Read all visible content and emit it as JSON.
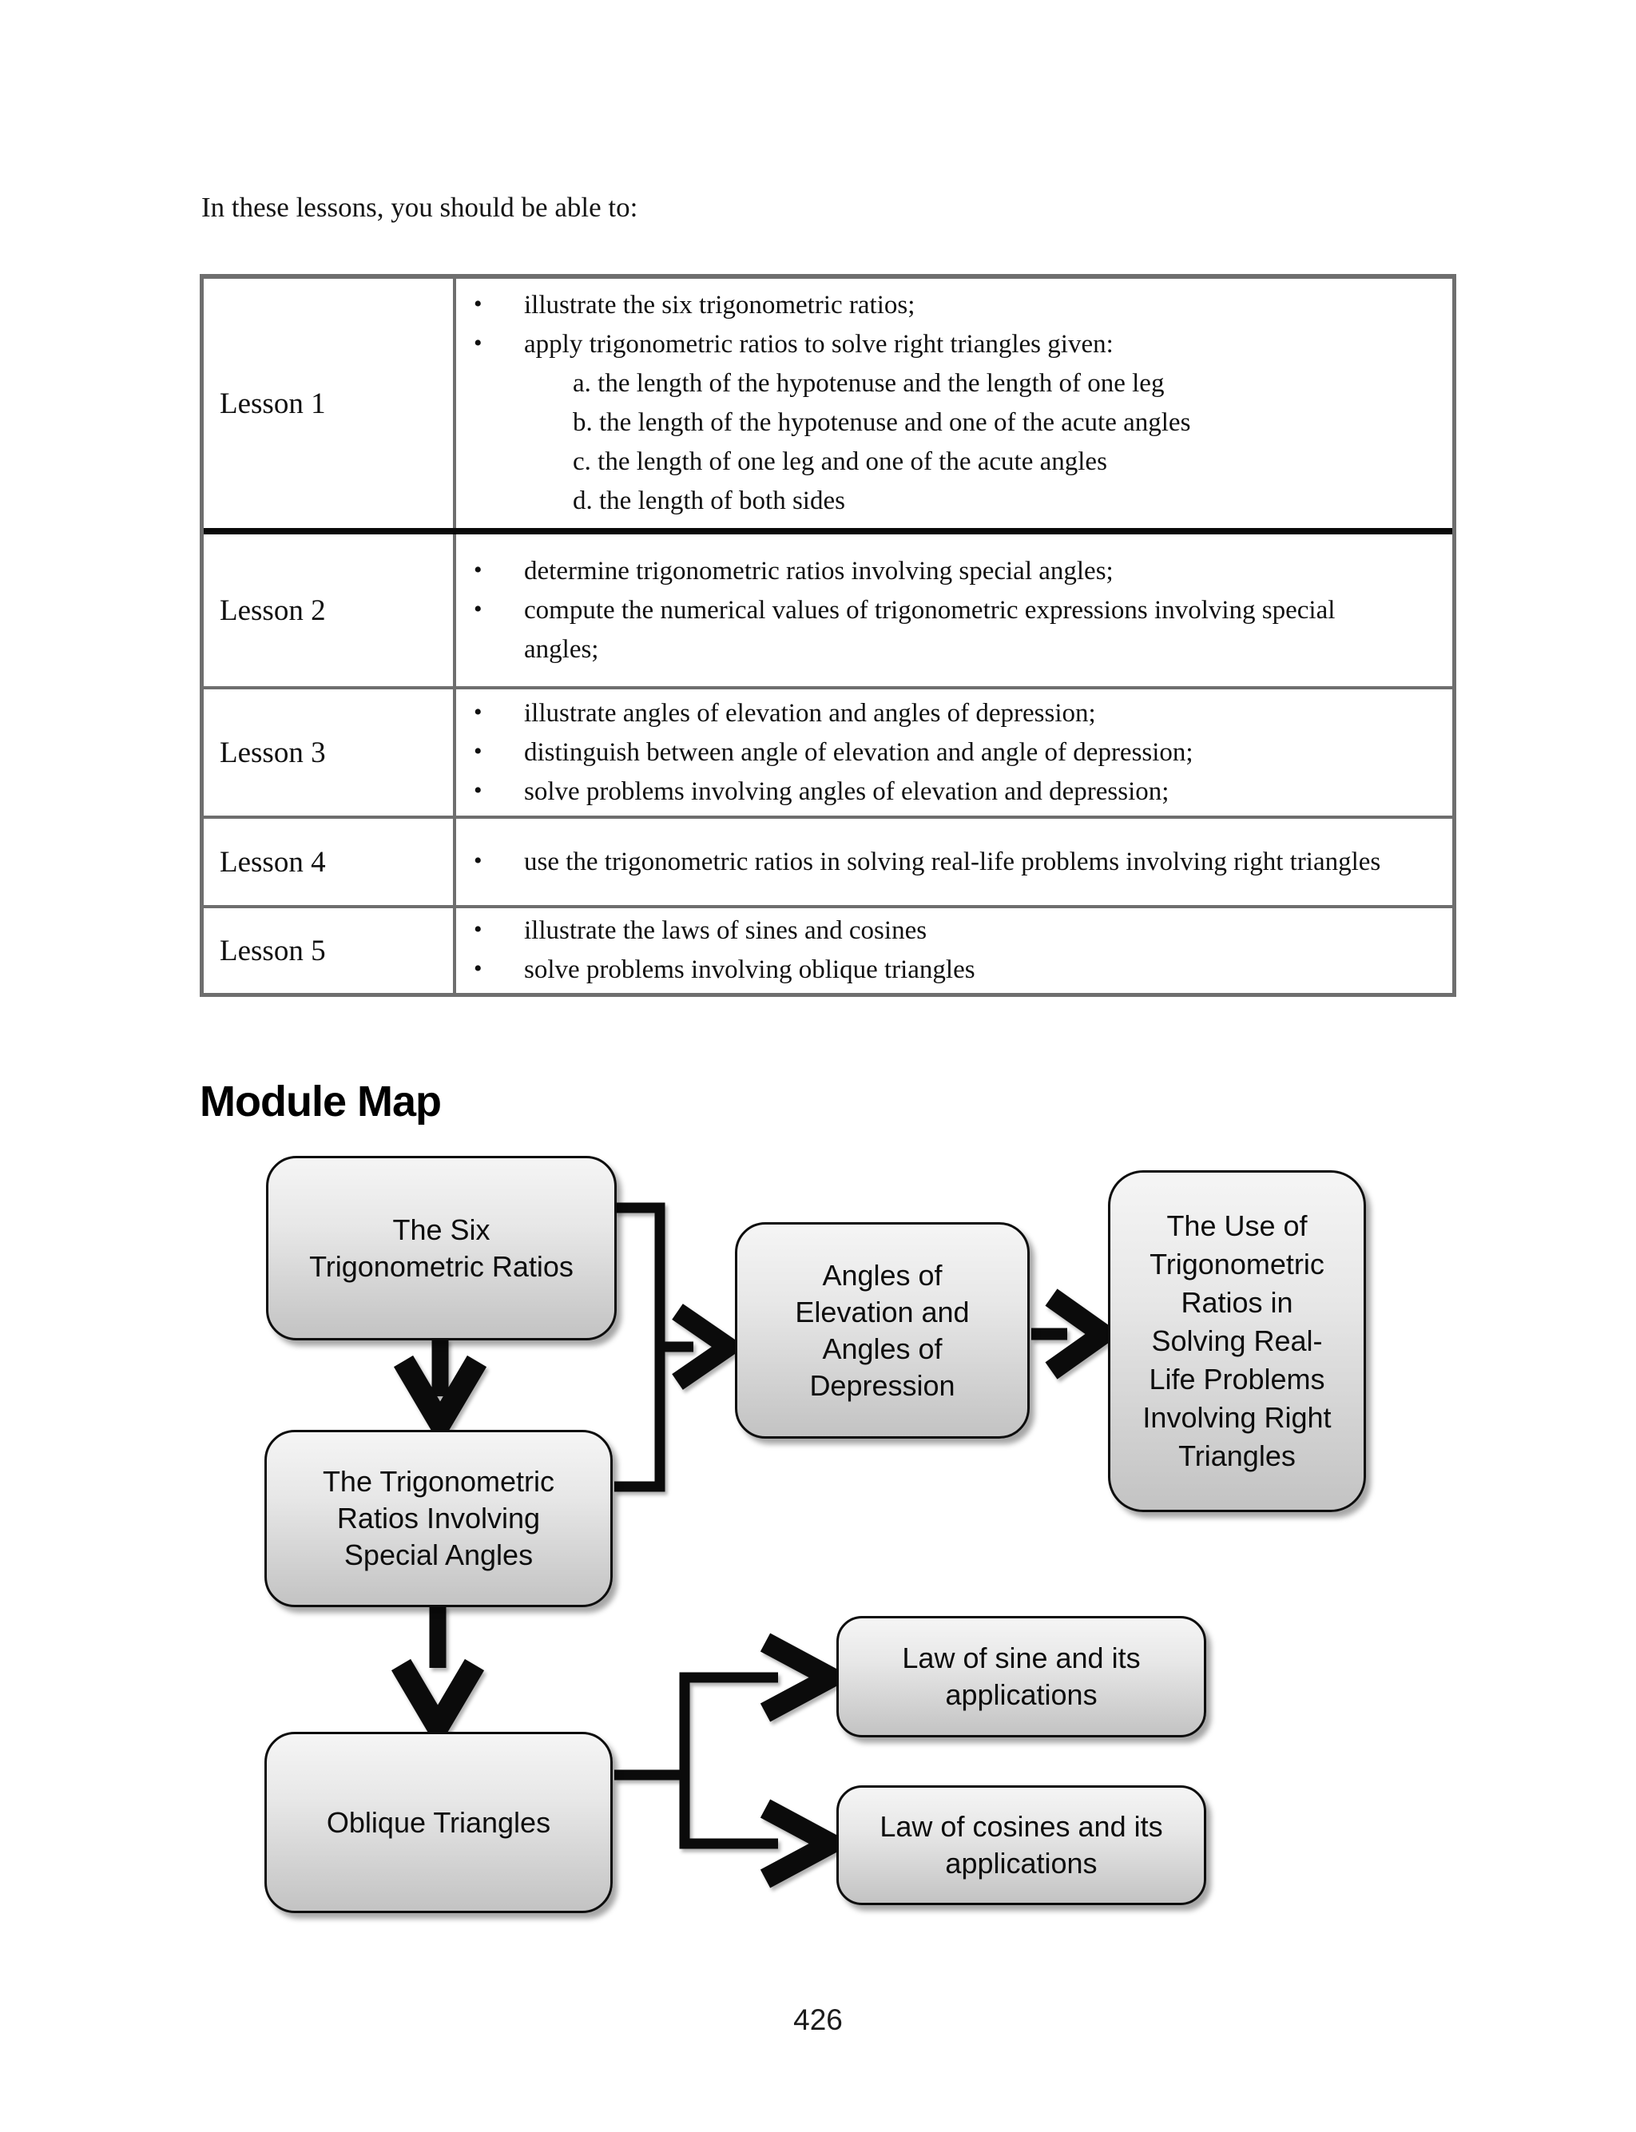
{
  "page": {
    "intro_text": "In these lessons, you should be able to:",
    "section_heading": "Module Map",
    "page_number": "426"
  },
  "objectives_table": {
    "bullet_char": "•",
    "rows": [
      {
        "lesson": "Lesson 1",
        "items": [
          {
            "type": "bullet",
            "text": "illustrate the six trigonometric ratios;"
          },
          {
            "type": "bullet",
            "text": "apply trigonometric ratios to solve right triangles given:"
          },
          {
            "type": "sub",
            "text": "a. the length of the hypotenuse and the length of one leg"
          },
          {
            "type": "sub",
            "text": "b. the length of the hypotenuse and one of the acute angles"
          },
          {
            "type": "sub",
            "text": "c. the length of one leg and one of the acute angles"
          },
          {
            "type": "sub",
            "text": "d. the length of both sides"
          }
        ]
      },
      {
        "lesson": "Lesson 2",
        "items": [
          {
            "type": "bullet",
            "text": "determine trigonometric ratios involving special angles;"
          },
          {
            "type": "bullet",
            "text": "compute the numerical values of trigonometric expressions involving special angles;"
          }
        ]
      },
      {
        "lesson": "Lesson 3",
        "items": [
          {
            "type": "bullet",
            "text": "illustrate angles of elevation and angles of depression;"
          },
          {
            "type": "bullet",
            "text": "distinguish between angle of elevation and angle of depression;"
          },
          {
            "type": "bullet",
            "text": "solve problems involving angles of elevation and depression;"
          }
        ]
      },
      {
        "lesson": "Lesson 4",
        "items": [
          {
            "type": "bullet",
            "text": "use the trigonometric ratios in solving real-life problems involving right triangles"
          }
        ]
      },
      {
        "lesson": "Lesson 5",
        "items": [
          {
            "type": "bullet",
            "text": "illustrate the laws of sines and cosines"
          },
          {
            "type": "bullet",
            "text": "solve problems involving oblique triangles"
          }
        ]
      }
    ]
  },
  "module_map": {
    "nodes": [
      {
        "id": "six-trig-ratios",
        "label": "The Six\nTrigonometric Ratios"
      },
      {
        "id": "trig-ratios-special-angles",
        "label": "The Trigonometric\nRatios Involving\nSpecial Angles"
      },
      {
        "id": "angles-elevation-depression",
        "label": "Angles of\nElevation and\nAngles of\nDepression"
      },
      {
        "id": "use-of-trig-ratios",
        "label": "The Use of\nTrigonometric\nRatios in\nSolving Real-\nLife Problems\nInvolving Right\nTriangles"
      },
      {
        "id": "oblique-triangles",
        "label": "Oblique Triangles"
      },
      {
        "id": "law-of-sine",
        "label": "Law of sine and its\napplications"
      },
      {
        "id": "law-of-cosines",
        "label": "Law of cosines and its\napplications"
      }
    ],
    "edges": [
      {
        "from": "six-trig-ratios",
        "to": "trig-ratios-special-angles"
      },
      {
        "from": "six-trig-ratios",
        "to": "angles-elevation-depression"
      },
      {
        "from": "trig-ratios-special-angles",
        "to": "angles-elevation-depression"
      },
      {
        "from": "angles-elevation-depression",
        "to": "use-of-trig-ratios"
      },
      {
        "from": "trig-ratios-special-angles",
        "to": "oblique-triangles"
      },
      {
        "from": "oblique-triangles",
        "to": "law-of-sine"
      },
      {
        "from": "oblique-triangles",
        "to": "law-of-cosines"
      }
    ]
  },
  "colors": {
    "node_fill_top": "#f5f5f5",
    "node_fill_bottom": "#c3c3c3",
    "node_border": "#0d0d0d",
    "connector": "#0b0b0b",
    "table_grid": "#6e6e6e",
    "heavy_divider": "#0a0a0a",
    "text": "#111111",
    "background": "#ffffff"
  }
}
